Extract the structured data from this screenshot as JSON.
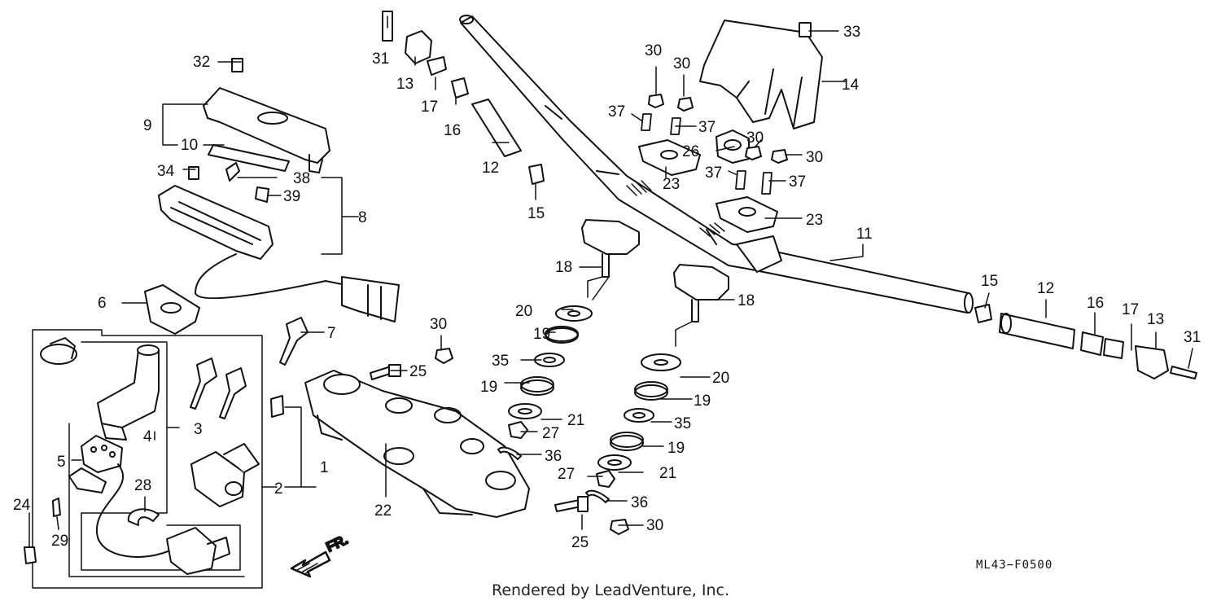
{
  "diagram": {
    "callouts": [
      "1",
      "2",
      "3",
      "4",
      "5",
      "6",
      "7",
      "8",
      "9",
      "10",
      "11",
      "12",
      "12",
      "13",
      "13",
      "14",
      "15",
      "15",
      "16",
      "16",
      "17",
      "17",
      "18",
      "18",
      "19",
      "19",
      "19",
      "19",
      "20",
      "20",
      "21",
      "21",
      "22",
      "23",
      "23",
      "24",
      "25",
      "25",
      "26",
      "27",
      "27",
      "28",
      "29",
      "30",
      "30",
      "30",
      "30",
      "30",
      "30",
      "31",
      "31",
      "32",
      "33",
      "34",
      "35",
      "35",
      "36",
      "36",
      "37",
      "37",
      "37",
      "37",
      "38",
      "39"
    ],
    "direction_label": "FR.",
    "diagram_code": "ML43−F0500",
    "credit": "Rendered by LeadVenture, Inc."
  },
  "colors": {
    "ink": "#111111",
    "background": "#ffffff"
  }
}
